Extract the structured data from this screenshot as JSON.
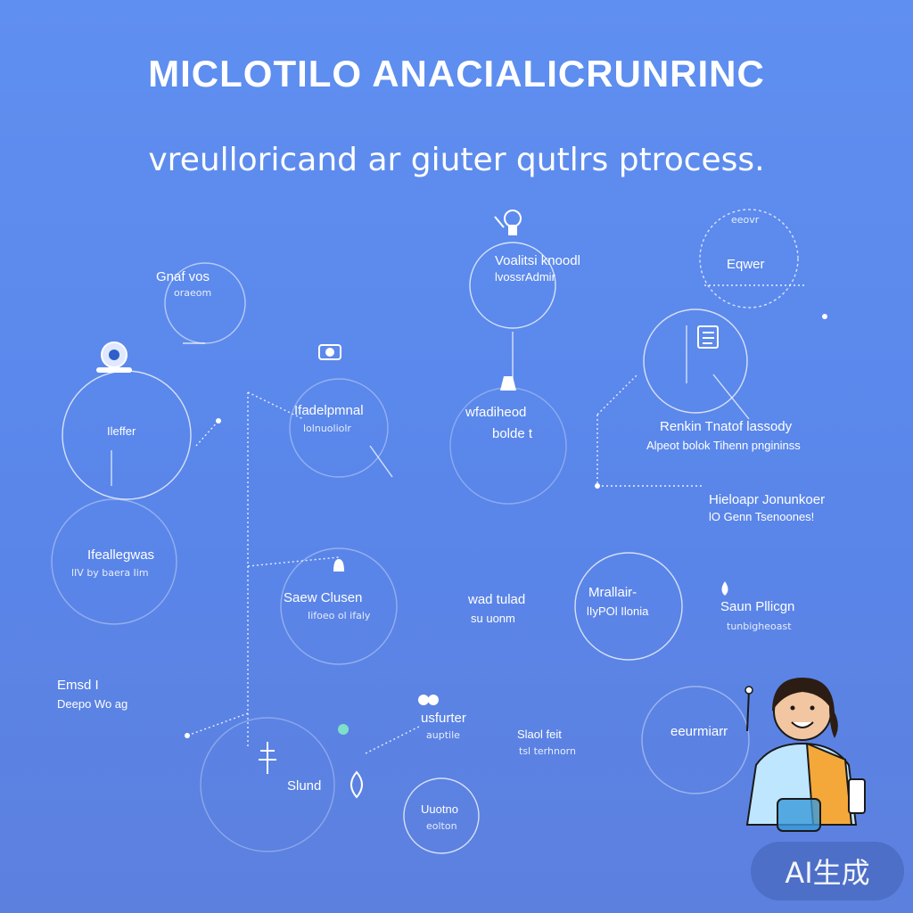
{
  "header": {
    "title": "MICLOTILO ANACIALICRUNRINC",
    "subtitle": "vreulloricand ar giuter qutlrs ptrocess."
  },
  "nodes": [
    {
      "label": "Gnaf vos",
      "sub": "oraeom"
    },
    {
      "label": "Voalitsi knoodl",
      "sub": "lvossrAdmir"
    },
    {
      "label": "Eqwer",
      "sub": "eeovr"
    },
    {
      "label": "Ileffer",
      "sub": ""
    },
    {
      "label": "Ifadelpmnal",
      "sub": "lolnuoliolr"
    },
    {
      "label": "wfadiheod",
      "sub": "bolde t"
    },
    {
      "label": "Renkin Tnatof lassody",
      "sub": "Alpeot bolok Tihenn pngininss"
    },
    {
      "label": "Hieloapr Jonunkoer",
      "sub": "lO Genn Tsenoones!"
    },
    {
      "label": "Ifeallegwas",
      "sub": "lIV by baera Iim"
    },
    {
      "label": "Saew Clusen",
      "sub": "Iifoeo ol ifaly"
    },
    {
      "label": "wad tulad",
      "sub": "su uonm"
    },
    {
      "label": "Mrallair-",
      "sub": "lIyPOl Ilonia"
    },
    {
      "label": "Saun Pllicgn",
      "sub": "tunbigheoast"
    },
    {
      "label": "Emsd I",
      "sub": "Deepo Wo ag"
    },
    {
      "label": "usfurter",
      "sub": "auptile"
    },
    {
      "label": "Slaol feit",
      "sub": "tsl terhnorn"
    },
    {
      "label": "eeurmiarr",
      "sub": ""
    },
    {
      "label": "Slund",
      "sub": ""
    },
    {
      "label": "Uuotno",
      "sub": "eolton"
    }
  ],
  "watermark": "AI生成",
  "icons": [
    "robot-icon",
    "microscope-icon",
    "book-icon",
    "bell-icon",
    "gear-icon",
    "flask-icon",
    "drop-icon",
    "person-icon"
  ],
  "colors": {
    "background": "#5f8ff0",
    "line": "#ffffff",
    "badge": "#4d6ec6"
  }
}
